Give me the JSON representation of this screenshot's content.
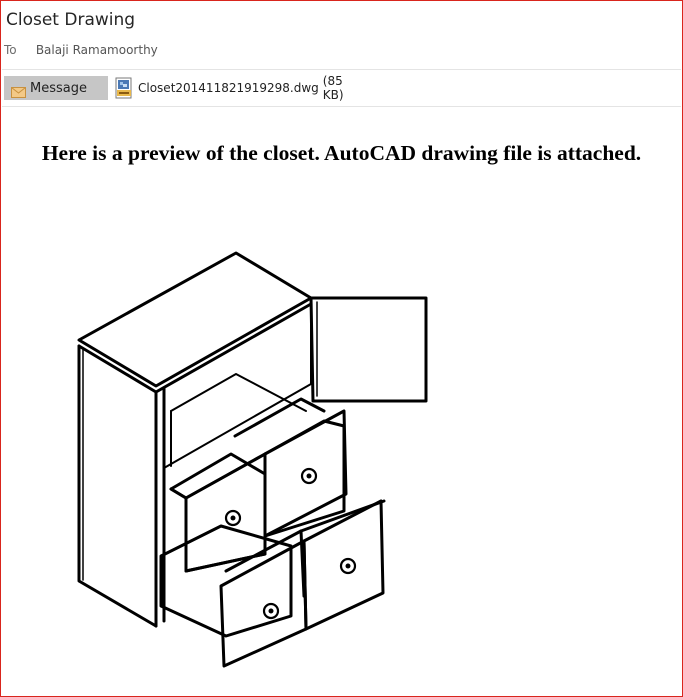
{
  "email": {
    "subject": "Closet Drawing",
    "to_label": "To",
    "to_name": "Balaji Ramamoorthy"
  },
  "tabs": {
    "message_label": "Message",
    "message_icon": "envelope-icon"
  },
  "attachment": {
    "filename": "Closet201411821919298.dwg",
    "size": "(85 KB)",
    "icon": "dwg-file-icon"
  },
  "body": {
    "headline": "Here is a preview of the closet. AutoCAD drawing file is attached."
  },
  "colors": {
    "frame_border": "#d9251d",
    "tab_background": "#c6c6c6",
    "envelope": "#f0c27a"
  }
}
